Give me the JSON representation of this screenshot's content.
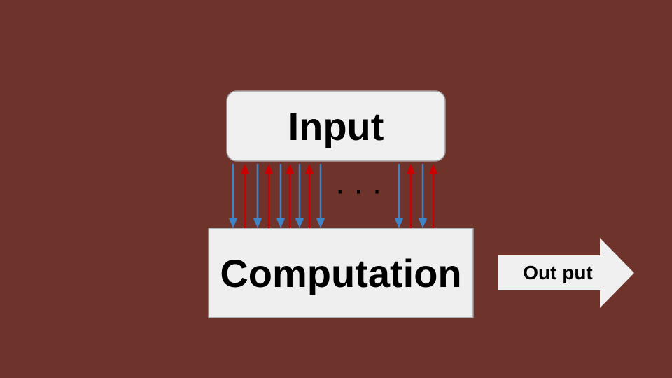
{
  "diagram": {
    "background_color": "#6e342c",
    "input_box": {
      "label": "Input",
      "fill": "#f0f0f0",
      "stroke": "#9e9e9e"
    },
    "computation_box": {
      "label": "Computation",
      "fill": "#efefef",
      "stroke": "#9e9e9e"
    },
    "output_arrow": {
      "label": "Out put",
      "fill": "#f0f0f0"
    },
    "ellipsis": "· · ·",
    "arrow_colors": {
      "down": "#3d85c6",
      "up": "#cc0000"
    },
    "connectors": [
      {
        "direction": "down",
        "icon": "arrow-down-icon"
      },
      {
        "direction": "up",
        "icon": "arrow-up-icon"
      },
      {
        "direction": "down",
        "icon": "arrow-down-icon"
      },
      {
        "direction": "up",
        "icon": "arrow-up-icon"
      },
      {
        "direction": "down",
        "icon": "arrow-down-icon"
      },
      {
        "direction": "up",
        "icon": "arrow-up-icon"
      },
      {
        "direction": "down",
        "icon": "arrow-down-icon"
      },
      {
        "direction": "up",
        "icon": "arrow-up-icon"
      },
      {
        "direction": "down",
        "icon": "arrow-down-icon"
      },
      {
        "direction": "down",
        "icon": "arrow-down-icon"
      },
      {
        "direction": "up",
        "icon": "arrow-up-icon"
      },
      {
        "direction": "down",
        "icon": "arrow-down-icon"
      },
      {
        "direction": "up",
        "icon": "arrow-up-icon"
      }
    ]
  }
}
